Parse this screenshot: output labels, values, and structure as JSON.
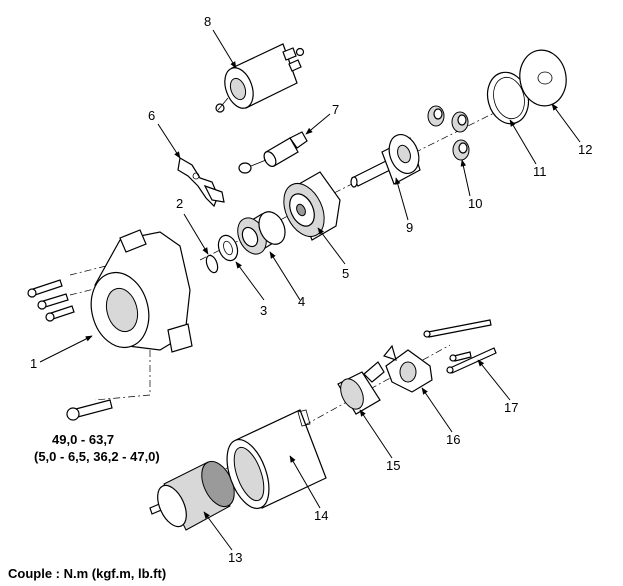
{
  "callouts": {
    "n1": "1",
    "n2": "2",
    "n3": "3",
    "n4": "4",
    "n5": "5",
    "n6": "6",
    "n7": "7",
    "n8": "8",
    "n9": "9",
    "n10": "10",
    "n11": "11",
    "n12": "12",
    "n13": "13",
    "n14": "14",
    "n15": "15",
    "n16": "16",
    "n17": "17"
  },
  "torque": {
    "line1": "49,0 - 63,7",
    "line2": "(5,0 - 6,5, 36,2 - 47,0)"
  },
  "footer": {
    "units": "Couple : N.m (kgf.m, lb.ft)"
  }
}
